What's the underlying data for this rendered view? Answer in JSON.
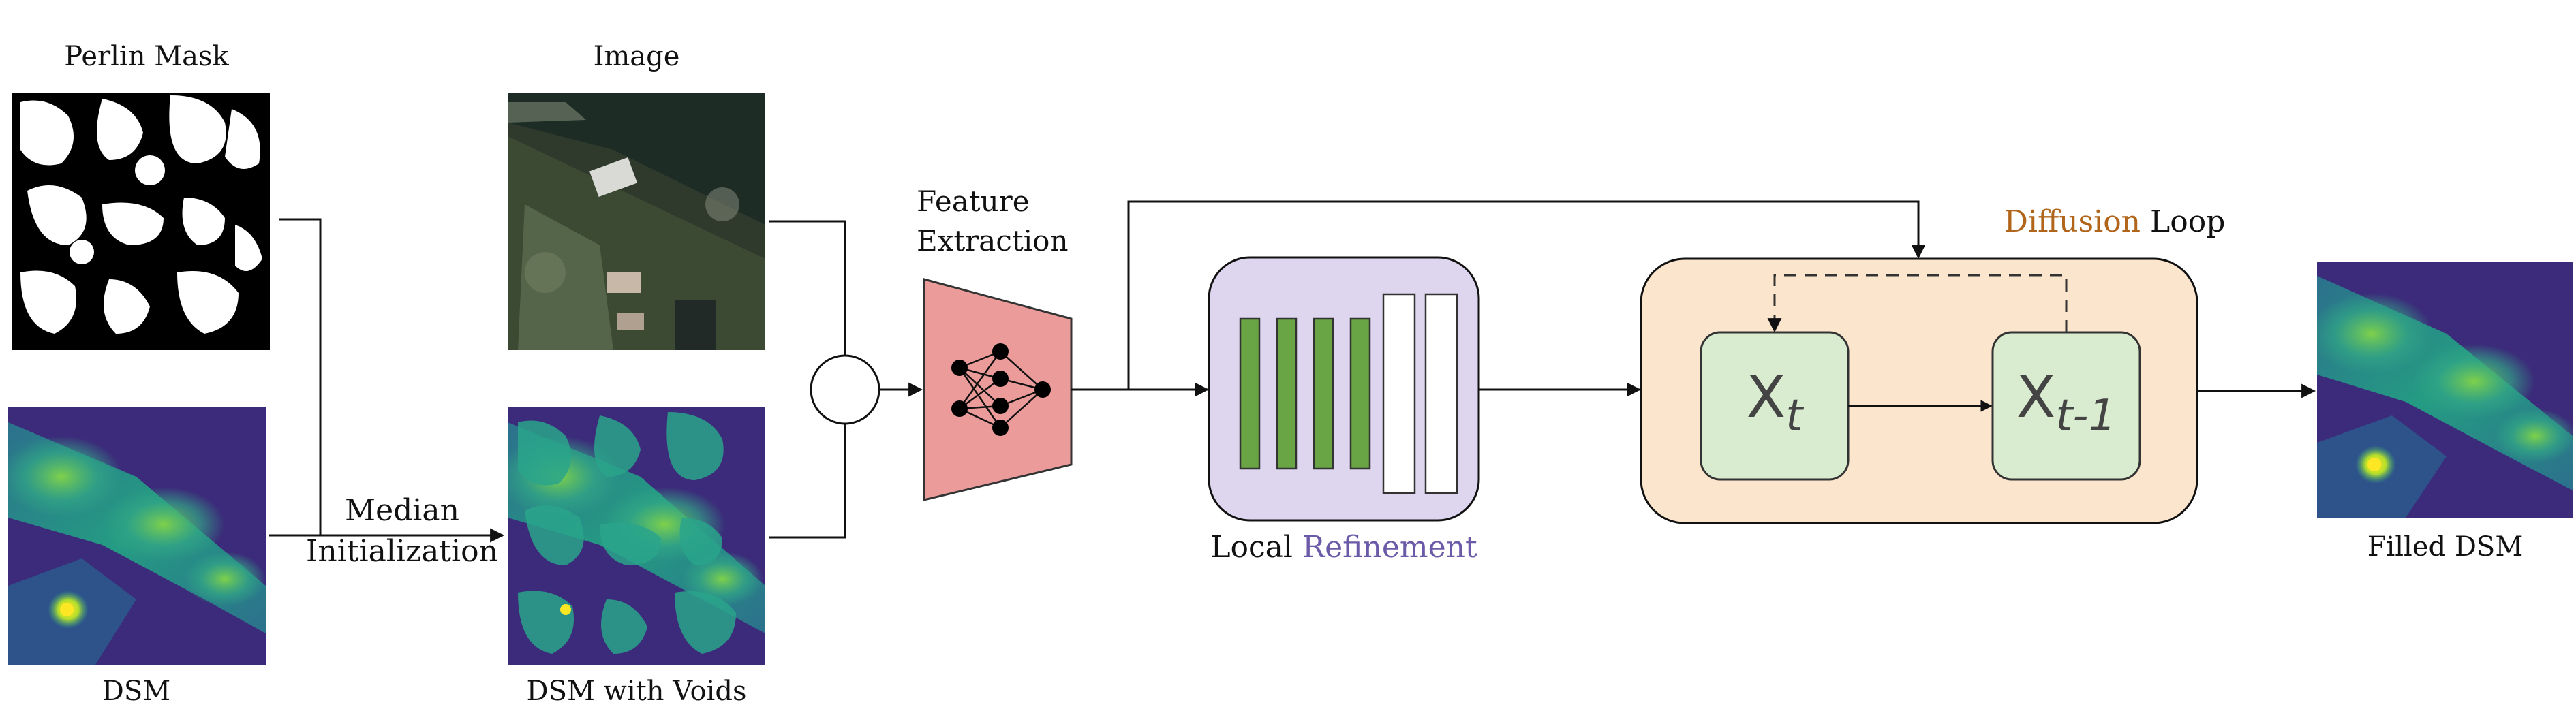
{
  "labels": {
    "perlin_mask": "Perlin Mask",
    "image": "Image",
    "dsm": "DSM",
    "median_line1": "Median",
    "median_line2": "Initialization",
    "dsm_with_voids": "DSM with Voids",
    "feature_line1": "Feature",
    "feature_line2": "Extraction",
    "local": "Local",
    "refinement": "Refinement",
    "diffusion": "Diffusion",
    "loop": "Loop",
    "x_symbol": "X",
    "sub_t": "t",
    "sub_t_minus_1": "t-1",
    "filled_dsm": "Filled DSM"
  },
  "colors": {
    "refinement_accent": "#6a5aa8",
    "diffusion_accent": "#b0651a",
    "local_refinement_fill": "#ddd6ee",
    "diffusion_loop_fill": "#fbe5cc",
    "node_fill": "#d9ecd0",
    "feature_trapezoid_fill": "#eb9b99",
    "refinement_bar_green": "#69a544"
  }
}
